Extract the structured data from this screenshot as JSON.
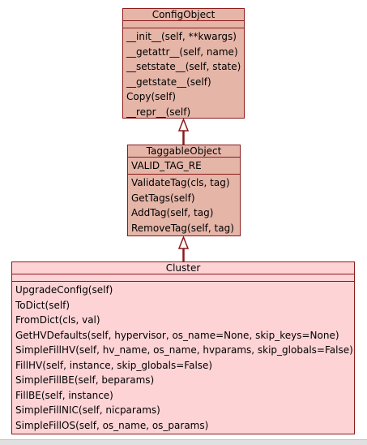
{
  "classes": {
    "config": {
      "name": "ConfigObject",
      "attributes": [],
      "methods": [
        "__init__(self, **kwargs)",
        "__getattr__(self, name)",
        "__setstate__(self, state)",
        "__getstate__(self)",
        "Copy(self)",
        "__repr__(self)"
      ]
    },
    "taggable": {
      "name": "TaggableObject",
      "attributes": [
        "VALID_TAG_RE"
      ],
      "methods": [
        "ValidateTag(cls, tag)",
        "GetTags(self)",
        "AddTag(self, tag)",
        "RemoveTag(self, tag)"
      ]
    },
    "cluster": {
      "name": "Cluster",
      "attributes": [],
      "methods": [
        "UpgradeConfig(self)",
        "ToDict(self)",
        "FromDict(cls, val)",
        "GetHVDefaults(self, hypervisor, os_name=None, skip_keys=None)",
        "SimpleFillHV(self, hv_name, os_name, hvparams, skip_globals=False)",
        "FillHV(self, instance, skip_globals=False)",
        "SimpleFillBE(self, beparams)",
        "FillBE(self, instance)",
        "SimpleFillNIC(self, nicparams)",
        "SimpleFillOS(self, os_name, os_params)"
      ]
    }
  },
  "colors": {
    "border": "#8b1a1a",
    "parent_fill": "#e5b5a8",
    "child_fill": "#fdd3d6"
  }
}
